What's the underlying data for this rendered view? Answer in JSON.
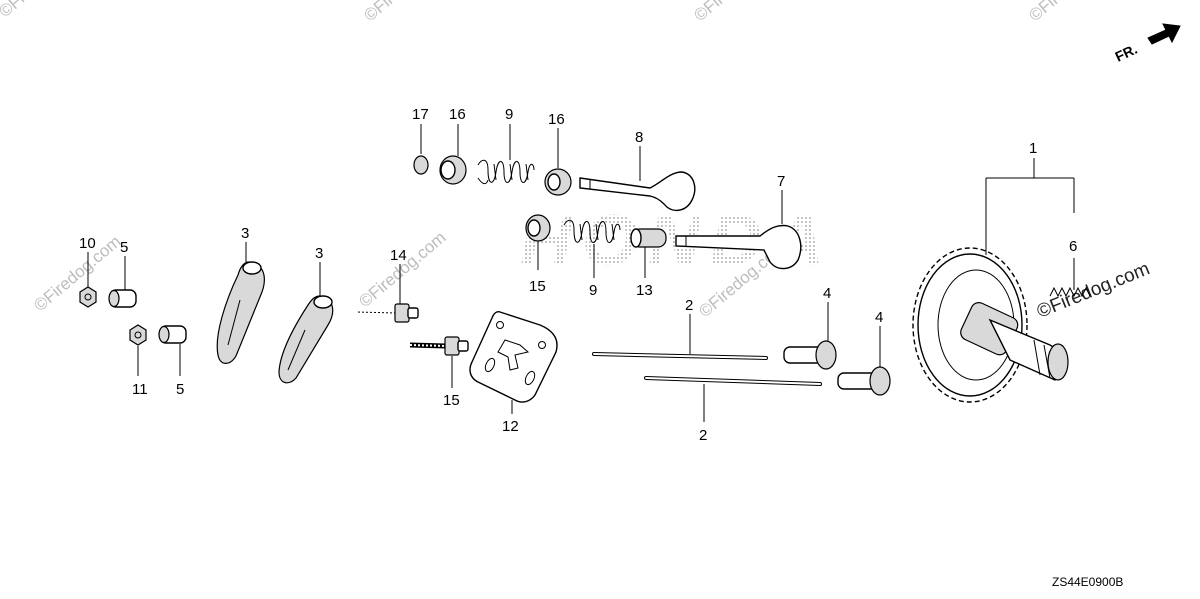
{
  "arrow_label": "FR.",
  "diagram_code": "ZS44E0900B",
  "brand_watermark": "HONDA",
  "watermark_text": "©Firedog.com",
  "callouts": [
    {
      "id": "c1",
      "text": "1"
    },
    {
      "id": "c2a",
      "text": "2"
    },
    {
      "id": "c2b",
      "text": "2"
    },
    {
      "id": "c3a",
      "text": "3"
    },
    {
      "id": "c3b",
      "text": "3"
    },
    {
      "id": "c4a",
      "text": "4"
    },
    {
      "id": "c4b",
      "text": "4"
    },
    {
      "id": "c5a",
      "text": "5"
    },
    {
      "id": "c5b",
      "text": "5"
    },
    {
      "id": "c6",
      "text": "6"
    },
    {
      "id": "c7",
      "text": "7"
    },
    {
      "id": "c8",
      "text": "8"
    },
    {
      "id": "c9a",
      "text": "9"
    },
    {
      "id": "c9b",
      "text": "9"
    },
    {
      "id": "c10",
      "text": "10"
    },
    {
      "id": "c11",
      "text": "11"
    },
    {
      "id": "c12",
      "text": "12"
    },
    {
      "id": "c13",
      "text": "13"
    },
    {
      "id": "c14",
      "text": "14"
    },
    {
      "id": "c15a",
      "text": "15"
    },
    {
      "id": "c15b",
      "text": "15"
    },
    {
      "id": "c16a",
      "text": "16"
    },
    {
      "id": "c16b",
      "text": "16"
    },
    {
      "id": "c17",
      "text": "17"
    }
  ]
}
